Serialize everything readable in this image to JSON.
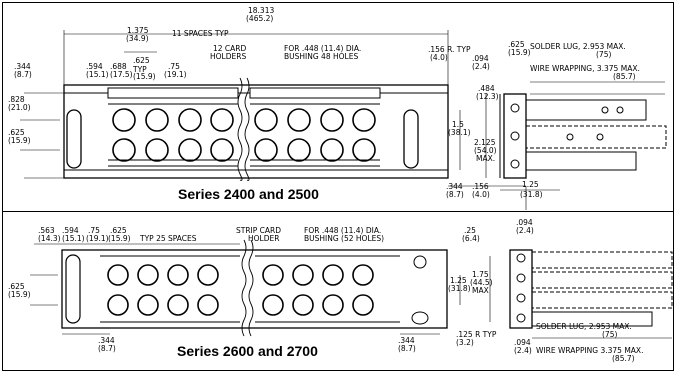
{
  "top": {
    "caption": "Series 2400 and 2500",
    "dims": {
      "overall": "18.313",
      "overall_mm": "(465.2)",
      "pitch": "1.375",
      "pitch_mm": "(34.9)",
      "spaces": "11 SPACES TYP",
      "card_holders": "12 CARD",
      "card_holders2": "HOLDERS",
      "bushing": "FOR .448 (11.4) DIA.",
      "bushing2": "BUSHING 48 HOLES",
      "r_typ": ".156 R. TYP",
      "r_typ_mm": "(4.0)",
      "d094": ".094",
      "d094_mm": "(2.4)",
      "d625r": ".625",
      "d625r_mm": "(15.9)",
      "solder": "SOLDER LUG, 2.953 MAX.",
      "solder_mm": "(75)",
      "wire": "WIRE WRAPPING, 3.375 MAX.",
      "wire_mm": "(85.7)",
      "d344": ".344",
      "d344_mm": "(8.7)",
      "d594": ".594",
      "d594_mm": "(15.1)",
      "d688": ".688",
      "d688_mm": "(17.5)",
      "d625typ": ".625 TYP",
      "d625typ_mm": "(15.9)",
      "d75": ".75",
      "d75_mm": "(19.1)",
      "d828": ".828",
      "d828_mm": "(21.0)",
      "d625l": ".625",
      "d625l_mm": "(15.9)",
      "d484": ".484",
      "d484_mm": "(12.3)",
      "d15": "1.5",
      "d15_mm": "(38.1)",
      "d2125": "2.125",
      "d2125_mm": "(54.0)",
      "max": "MAX.",
      "b344": ".344",
      "b344_mm": "(8.7)",
      "b156": ".156",
      "b156_mm": "(4.0)",
      "b125": "1.25",
      "b125_mm": "(31.8)"
    }
  },
  "bottom": {
    "caption": "Series 2600 and 2700",
    "dims": {
      "d563": ".563",
      "d563_mm": "(14.3)",
      "d594": ".594",
      "d594_mm": "(15.1)",
      "d75": ".75",
      "d75_mm": "(19.1)",
      "d625": ".625",
      "d625_mm": "(15.9)",
      "typ25": "TYP 25 SPACES",
      "strip": "STRIP CARD",
      "strip2": "HOLDER",
      "bushing": "FOR .448 (11.4) DIA.",
      "bushing2": "BUSHING (52 HOLES)",
      "d25": ".25",
      "d25_mm": "(6.4)",
      "d094": ".094",
      "d094_mm": "(2.4)",
      "d625l": ".625",
      "d625l_mm": "(15.9)",
      "d125": "1.25",
      "d125_mm": "(31.8)",
      "d175": "1.75",
      "d175_mm": "(44.5)",
      "max": "MAX",
      "d344l": ".344",
      "d344l_mm": "(8.7)",
      "d344r": ".344",
      "d344r_mm": "(8.7)",
      "d125r": ".125 R TYP",
      "d125r_mm": "(3.2)",
      "solder": "SOLDER LUG, 2.953 MAX.",
      "solder_mm": "(75)",
      "wire": "WIRE WRAPPING 3.375 MAX.",
      "wire_mm": "(85.7)",
      "b094": ".094",
      "b094_mm": "(2.4)"
    }
  }
}
